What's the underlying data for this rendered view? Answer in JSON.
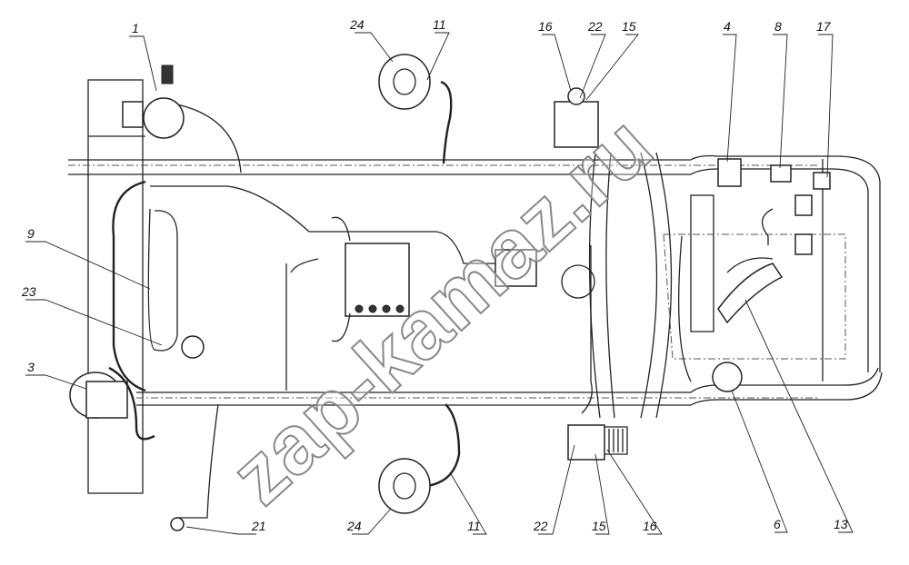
{
  "watermark": "zap-kamaz.ru",
  "callouts": {
    "top": [
      "1",
      "24",
      "11",
      "16",
      "22",
      "15",
      "4",
      "8",
      "17"
    ],
    "left": [
      "9",
      "23",
      "3"
    ],
    "bottom": [
      "21",
      "24",
      "11",
      "22",
      "15",
      "16",
      "6",
      "13"
    ]
  }
}
